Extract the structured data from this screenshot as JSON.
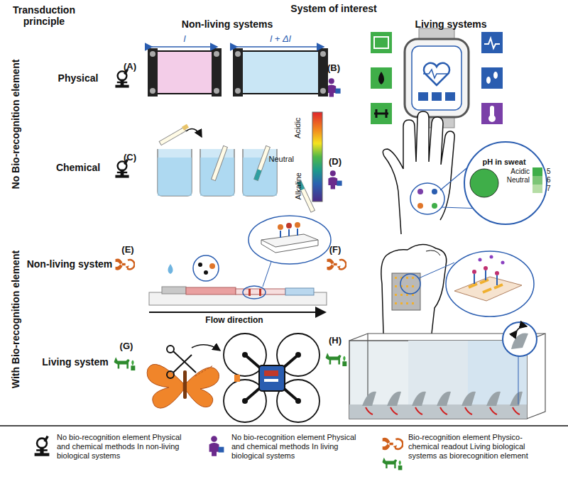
{
  "diagram": {
    "labels": [
      "Transduction principle",
      "System of interest",
      "Non-living systems",
      "Living systems",
      "Physical",
      "Chemical",
      "Non-living system",
      "Living system",
      "No Bio-recognition element",
      "With Bio-recognition element",
      "(A)",
      "(B)",
      "(C)",
      "(D)",
      "(E)",
      "(F)",
      "(G)",
      "(H)",
      "l",
      "l + Δl",
      "Acidic",
      "Neutral",
      "Alkaline",
      "pH in sweat",
      "Acidic",
      "5",
      "Neutral",
      "6",
      "7",
      "Flow direction"
    ],
    "legend": [
      {
        "text": "No bio-recognition element Physical and chemical methods In non-living biological systems"
      },
      {
        "text": "No bio-recognition element Physical and chemical methods In living biological systems"
      },
      {
        "text": "Bio-recognition element Physico-chemical readout Living biological systems as biorecognition element"
      }
    ]
  }
}
